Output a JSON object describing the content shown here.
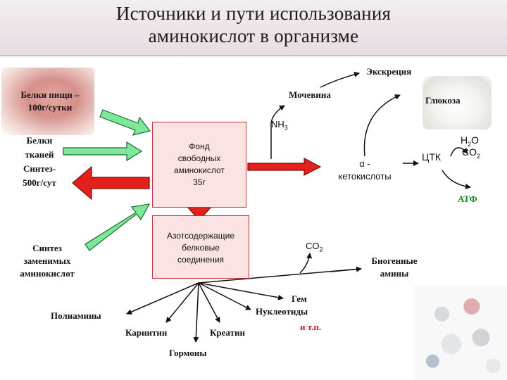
{
  "title": {
    "line1": "Источники и пути использования",
    "line2": "аминокислот в организме"
  },
  "sources": {
    "food": [
      "Белки пищи –",
      "100г/сутки"
    ],
    "tissue": [
      "Белки",
      "тканей",
      "Синтез-",
      "500г/сут"
    ],
    "synthesis": [
      "Синтез",
      "заменимых",
      "аминокислот"
    ]
  },
  "boxes": {
    "fund": [
      "Фонд",
      "свободных",
      "аминокислот",
      "35г"
    ],
    "nitrogen": [
      "Азотсодержащие",
      "белковые",
      "соединения"
    ]
  },
  "products": {
    "excretion": "Экскреция",
    "urea": "Мочевина",
    "nh3": {
      "base": "NH",
      "sub": "3"
    },
    "glucose": "Глюкоза",
    "keto": [
      "α -",
      "кетокислоты"
    ],
    "tca": "ЦТК",
    "water": {
      "base": "H",
      "sub": "2",
      "tail": "O"
    },
    "co2_top": {
      "base": "CO",
      "sub": "2"
    },
    "atp": "АТФ",
    "co2_bottom": {
      "base": "CO",
      "sub": "2"
    },
    "biogenic": [
      "Биогенные",
      "амины"
    ],
    "heme": "Гем",
    "nucleotides": "Нуклеотиды",
    "etc": "и т.п.",
    "polyamines": "Полиамины",
    "carnitine": "Карнитин",
    "creatine": "Креатин",
    "hormones": "Гормоны"
  },
  "colors": {
    "green_arrow": "#7de89a",
    "red_arrow": "#e3201c",
    "box_border": "#c0303a",
    "box_fill": "#fbe3e4",
    "etc_red": "#d02020",
    "atp_green": "#0a8a1a"
  }
}
